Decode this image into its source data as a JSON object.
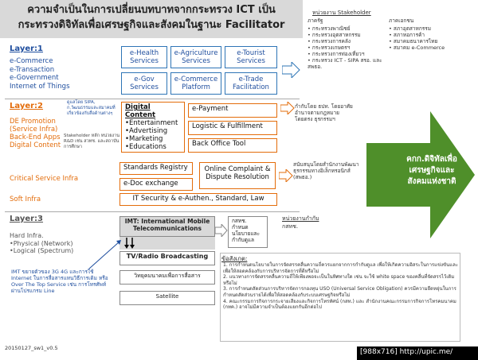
{
  "title": {
    "line1": "ความจำเป็นในการเปลี่ยนบทบาทจากกระทรวง ICT เป็น",
    "line2": "กระทรวงดิจิทัลเพื่อเศรษฐกิจและสังคมในฐานะ Facilitator"
  },
  "layer1": {
    "heading": "Layer:1",
    "items": [
      "e-Commerce",
      "e-Transaction",
      "e-Government",
      "Internet of Things"
    ],
    "boxes": [
      "e-Health Services",
      "e-Agriculture Services",
      "e-Tourist Services",
      "e-Gov Services",
      "e-Commerce Platform",
      "e-Trade Facilitation"
    ]
  },
  "stakeholder": {
    "heading": "หน่วยงาน Stakeholder",
    "gov_label": "ภาครัฐ",
    "gov_items": [
      "กระทรวงพาณิชย์",
      "กระทรวงอุตสาหกรรม",
      "กระทรวงการคลัง",
      "กระทรวงเกษตรฯ",
      "กระทรวงการท่องเที่ยวฯ",
      "กระทรวง ICT - SIPA สรอ. และสพธอ."
    ],
    "private_label": "ภาคเอกชน",
    "private_items": [
      "สภาอุตสาหกรรม",
      "สภาหอการค้า",
      "สมาคมธนาคารไทย",
      "สมาคม e-Commerce"
    ]
  },
  "layer2": {
    "heading": "Layer:2",
    "items": [
      "DE Promotion (Service Infra)",
      "Back-End Apps",
      "Digital Content"
    ],
    "sipa_note": "ดูแลโดย SIPA, ก.วัฒนธรรมและสมาคมที่เกี่ยวข้องกับสื่อด้านต่างๆ",
    "stakeholder_note": "Stakeholder หลัก หน่วยงาน R&D เช่น สวทช. และสถาบันการศึกษา",
    "digital_content_title": "Digital Content",
    "digital_content_items": [
      "•Entertainment",
      "•Advertising",
      "•Marketing",
      "•Educations"
    ],
    "epayment": "e-Payment",
    "logistic": "Logistic & Fulfillment",
    "backoffice": "Back Office Tool",
    "epayment_note": "กำกับโดย ธปท. โดยอาศัยอำนาจตามกฎหมายโดยตรง ธุรกรรมฯ"
  },
  "critical": {
    "label": "Critical Service Infra",
    "standards": "Standards Registry",
    "edoc": "e-Doc exchange",
    "complaint": "Online Complaint & Dispute Resolution",
    "note": "สนับสนุนโดยสำนักงานพัฒนาธุรกรรมทางอิเล็กทรอนิกส์ (สพธอ.)"
  },
  "soft": {
    "label": "Soft Infra",
    "box": "IT Security & e-Authen., Standard, Law"
  },
  "layer3": {
    "heading": "Layer:3",
    "hard_infra": "Hard Infra.",
    "items": [
      "•Physical (Network)",
      "•Logical (Spectrum)"
    ],
    "imt": "IMT: International Mobile Telecommunications",
    "tv": "TV/Radio Broadcasting",
    "radio_comm": "วิทยุคมนาคมเพื่อการสื่อสาร",
    "satellite": "Satellite",
    "nbtc_note": "กสทช. กำหนดนโยบายและกำกับดูแล",
    "imt_note": "IMT ขยายตัวของ 3G 4G และการใช้ Internet ในการสื่อสารแทนวิธีการเดิม หรือ Over The Top Service เช่น การโทรศัพท์ผ่านโปรแกรม Line"
  },
  "regulator": {
    "heading": "หน่วยงานกำกับ",
    "name": "กสทช."
  },
  "observations": {
    "heading": "ข้อสังเกต:",
    "items": [
      "1. การกำหนดนโยบายในการจัดสรรคลื่นความถี่ควรแยกจากการกำกับดูแล เพื่อให้เกิดความอิสระในการแข่งขันและเพื่อให้สอดคล้องกับการบริหารจัดการที่ดีหรือไม่",
      "2. แนวทางการจัดสรรคลื่นความถี่ให้เพียงพอจะเป็นในทิศทางใด เช่น จะใช้ white space ของคลื่นที่จัดสรรไว้เดิมหรือไม่",
      "3. การกำหนดสัดส่วนการบริหารจัดการกองทุน USO (Universal Service Obligation) ควรมีความยืดหยุ่นในการกำหนดสัดส่วนรายได้เพื่อให้สอดคล้องกับระบบเศรษฐกิจหรือไม่",
      "4. คณะกรรมการกิจการกระจายเสียงและกิจการโทรทัศน์ (กสท.) และ สำนักงานคณะกรรมการกิจการโทรคมนาคม (กทค.) อาจไม่มีความจำเป็นต้องแยกกันอีกต่อไป"
    ]
  },
  "goal": {
    "text": "คกก.ดิจิทัลเพื่อเศรษฐกิจและสังคมแห่งชาติ"
  },
  "footer": {
    "version": "20150127_sw1_v0.5",
    "watermark": "[988x716] http://upic.me/"
  }
}
